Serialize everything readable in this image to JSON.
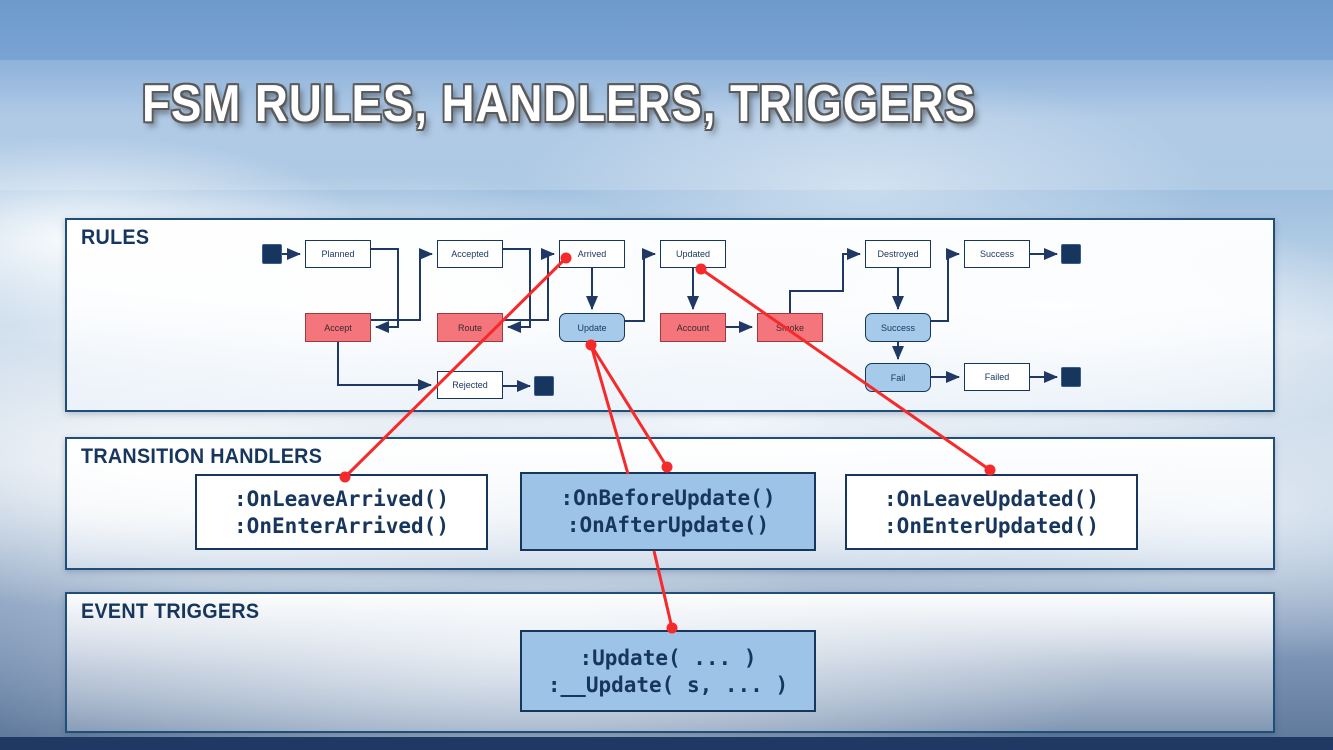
{
  "slide": {
    "title": "FSM RULES, HANDLERS, TRIGGERS"
  },
  "colors": {
    "navy": "#17365D",
    "panel_border": "#1F4E79",
    "state_fill": "#FFFFFF",
    "transition_red_fill": "#F4757B",
    "transition_blue_fill": "#A6CAEA",
    "handler_blue_fill": "#9DC3E6",
    "connector_red": "#F52A2A"
  },
  "rules": {
    "label": "RULES",
    "states": [
      {
        "label": "Planned"
      },
      {
        "label": "Accepted"
      },
      {
        "label": "Arrived"
      },
      {
        "label": "Updated"
      },
      {
        "label": "Destroyed"
      },
      {
        "label": "Success"
      },
      {
        "label": "Rejected"
      },
      {
        "label": "Failed"
      }
    ],
    "transitions": [
      {
        "label": "Accept",
        "style": "red"
      },
      {
        "label": "Route",
        "style": "red"
      },
      {
        "label": "Update",
        "style": "blue"
      },
      {
        "label": "Account",
        "style": "red"
      },
      {
        "label": "Smoke",
        "style": "red"
      },
      {
        "label": "Success",
        "style": "blue"
      },
      {
        "label": "Fail",
        "style": "blue"
      }
    ]
  },
  "handlers": {
    "label": "TRANSITION HANDLERS",
    "boxes": [
      {
        "style": "white",
        "lines": [
          ":OnLeaveArrived()",
          ":OnEnterArrived()"
        ]
      },
      {
        "style": "blue",
        "lines": [
          ":OnBeforeUpdate()",
          ":OnAfterUpdate()"
        ]
      },
      {
        "style": "white",
        "lines": [
          ":OnLeaveUpdated()",
          ":OnEnterUpdated()"
        ]
      }
    ]
  },
  "triggers": {
    "label": "EVENT TRIGGERS",
    "box": {
      "style": "blue",
      "lines": [
        ":Update( ... )",
        ":__Update( s, ... )"
      ]
    }
  }
}
